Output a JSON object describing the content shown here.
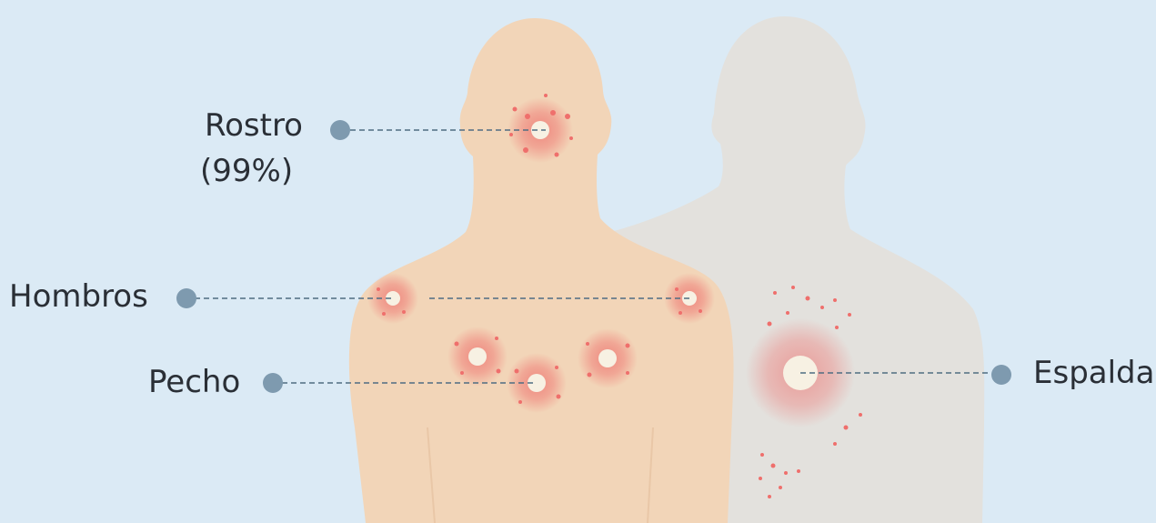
{
  "labels": {
    "rostro": "Rostro",
    "rostro_pct": "(99%)",
    "hombros": "Hombros",
    "pecho": "Pecho",
    "espalda": "Espalda"
  },
  "colors": {
    "background": "#dbeaf5",
    "front_body": "#f2d5b8",
    "back_body": "#e3e1dd",
    "lesion": "#ef6f6c",
    "lesion_core": "#f7f1e3",
    "leader_line": "#4f6d82",
    "marker_dot": "#7e9aaf",
    "text": "#2a2f36"
  }
}
